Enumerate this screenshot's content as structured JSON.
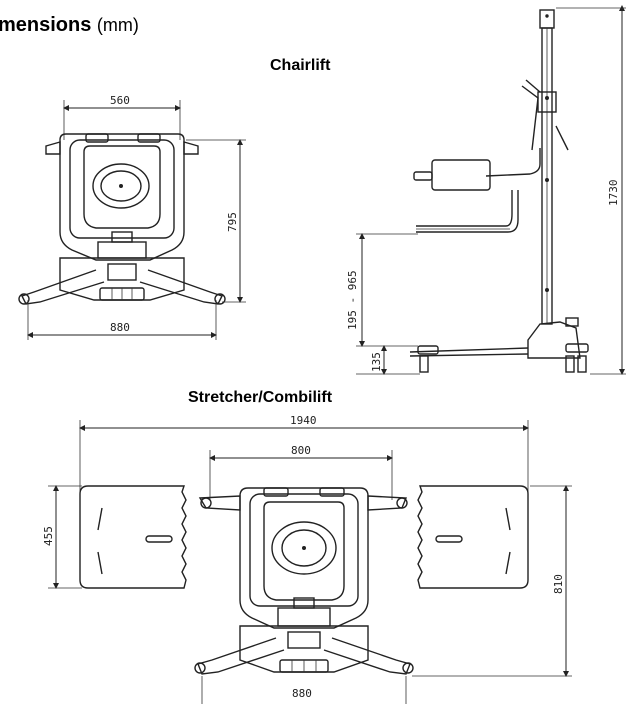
{
  "header": {
    "title_bold": "mensions",
    "title_unit": "(mm)"
  },
  "sections": {
    "chairlift": "Chairlift",
    "stretcher": "Stretcher/Combilift"
  },
  "chairlift_top": {
    "width_top": "560",
    "width_base": "880",
    "depth": "795"
  },
  "chairlift_side": {
    "height_total": "1730",
    "seat_range": "195 - 965",
    "base_height": "135"
  },
  "stretcher": {
    "overall": "1940",
    "inner": "800",
    "board_width": "455",
    "depth": "810",
    "base_width": "880"
  }
}
